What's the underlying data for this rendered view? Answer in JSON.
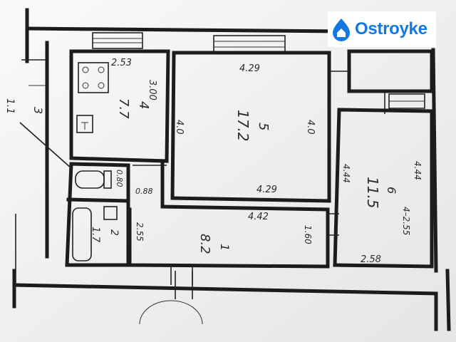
{
  "brand": {
    "name": "Ostroyke",
    "color": "#1478e0",
    "icon": "house-drop-icon"
  },
  "ink_color": "#1c1c1c",
  "paper_color": "#f4f4f4",
  "rooms": {
    "kitchen": {
      "number": "4",
      "area": "7.7",
      "width": "2.53",
      "depth": "3.00"
    },
    "living": {
      "number": "5",
      "area": "17.2",
      "width_top": "4.29",
      "width_bottom": "4.29",
      "height_left": "4.0",
      "height_right": "4.0"
    },
    "bedroom": {
      "number": "6",
      "area": "11.5",
      "depth_left": "4.44",
      "depth_right": "4.44",
      "note": "4–2.55",
      "width": "2.58"
    },
    "hall": {
      "number": "1",
      "area": "8.2",
      "width": "4.42",
      "height_left": "2.55",
      "height_right": "1.60"
    },
    "bathroom": {
      "number": "2",
      "area": "1.7"
    },
    "toilet": {
      "label": "0.80",
      "width": "0.88"
    },
    "stair": {
      "number": "3",
      "label": "1.1"
    }
  }
}
